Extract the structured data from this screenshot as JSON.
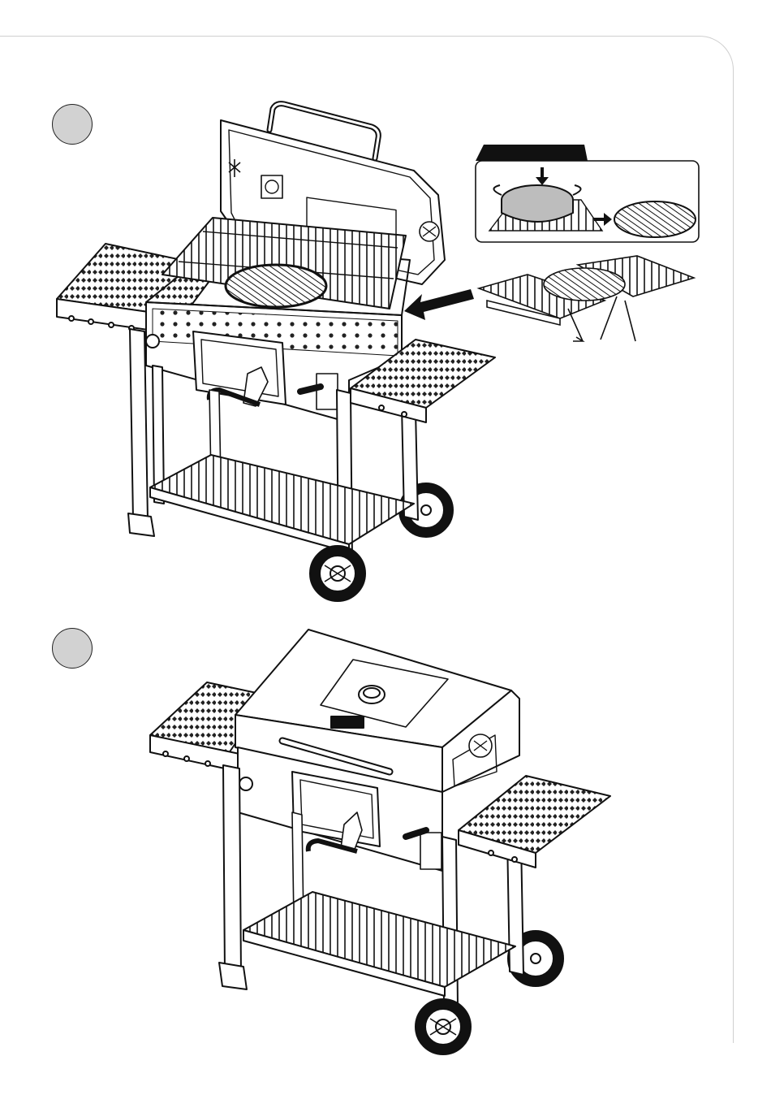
{
  "steps": [
    {
      "id": 1,
      "illustration": "grill-open-lid-with-cooking-grates"
    },
    {
      "id": 2,
      "illustration": "grill-closed-lid"
    }
  ],
  "inset": {
    "illustration": "pan-on-grate-to-round-insert"
  },
  "icons": [
    "arrow-right-icon",
    "arrow-down-icon",
    "arrow-left-icon"
  ],
  "colors": {
    "line": "#111111",
    "step_circle": "#d2d2d2",
    "frame": "#cfcfcf",
    "pan": "#bdbdbd"
  }
}
